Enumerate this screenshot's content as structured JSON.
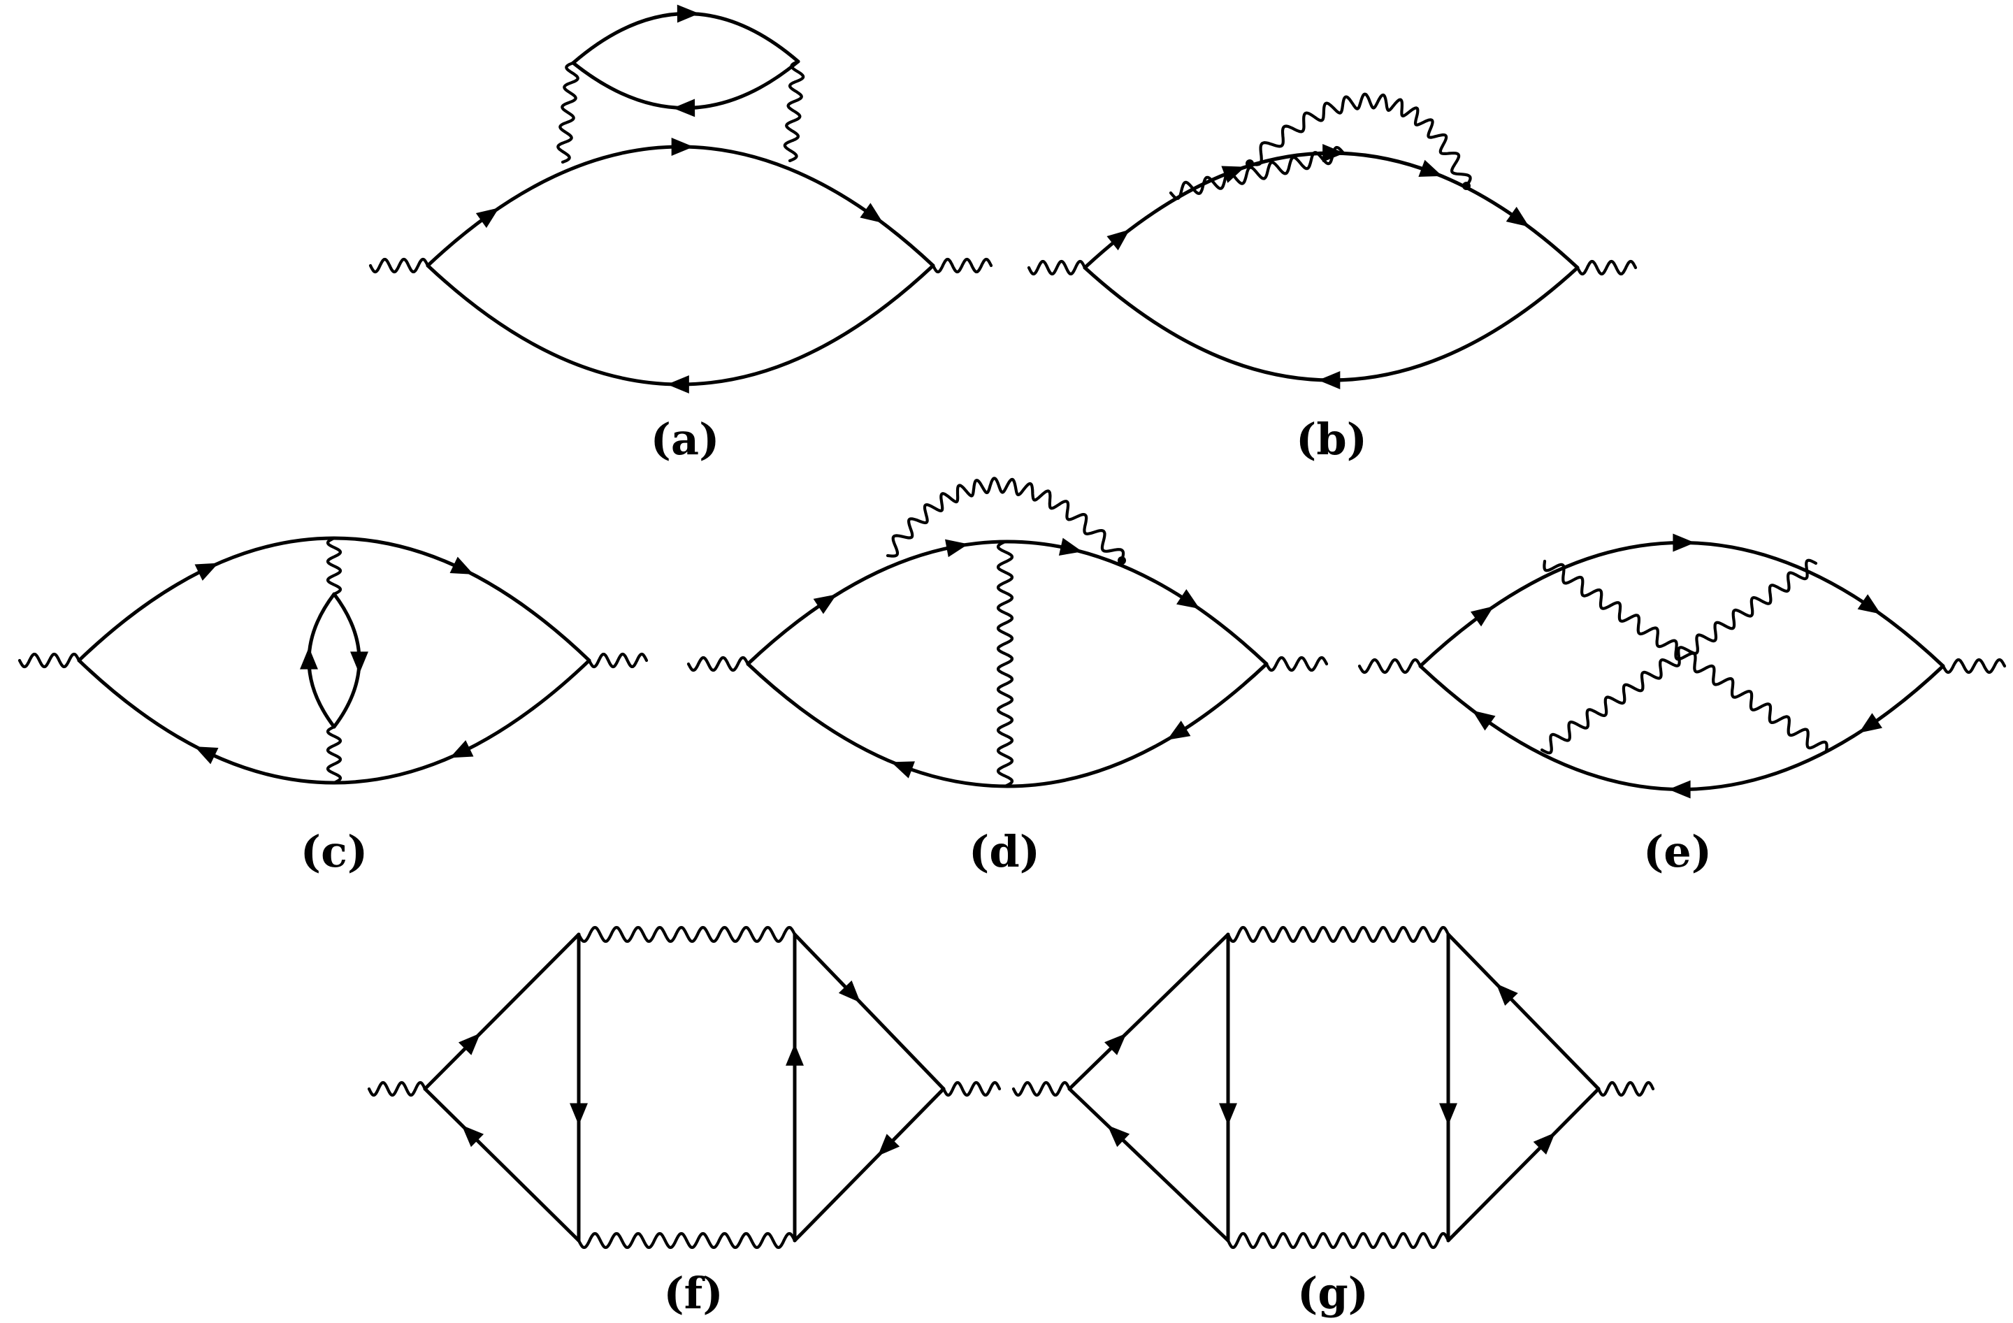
{
  "diagrams": [
    {
      "id": "a",
      "label": "(a)"
    },
    {
      "id": "b",
      "label": "(b)"
    },
    {
      "id": "c",
      "label": "(c)"
    },
    {
      "id": "d",
      "label": "(d)"
    },
    {
      "id": "e",
      "label": "(e)"
    },
    {
      "id": "f",
      "label": "(f)"
    },
    {
      "id": "g",
      "label": "(g)"
    }
  ]
}
